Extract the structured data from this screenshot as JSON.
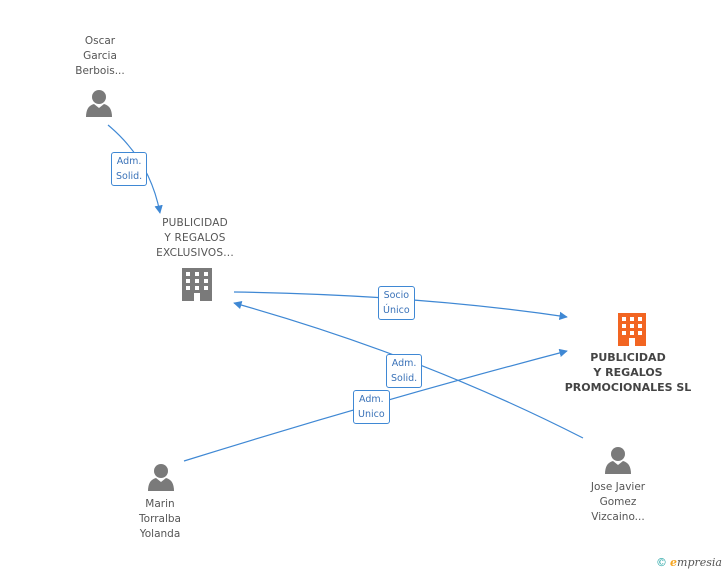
{
  "nodes": {
    "oscar": {
      "lines": [
        "Oscar",
        "Garcia",
        "Berbois..."
      ]
    },
    "exclusivos": {
      "lines": [
        "PUBLICIDAD",
        "Y REGALOS",
        "EXCLUSIVOS..."
      ]
    },
    "promocionales": {
      "lines": [
        "PUBLICIDAD",
        "Y REGALOS",
        "PROMOCIONALES SL"
      ]
    },
    "marin": {
      "lines": [
        "Marin",
        "Torralba",
        "Yolanda"
      ]
    },
    "jose": {
      "lines": [
        "Jose Javier",
        "Gomez",
        "Vizcaino..."
      ]
    }
  },
  "edges": {
    "oscar_to_exclusivos": {
      "lines": [
        "Adm.",
        "Solid."
      ]
    },
    "exclusivos_to_promocionales": {
      "lines": [
        "Socio",
        "Único"
      ]
    },
    "jose_to_exclusivos": {
      "lines": [
        "Adm.",
        "Solid."
      ]
    },
    "marin_to_promocionales": {
      "lines": [
        "Adm.",
        "Unico"
      ]
    }
  },
  "footer": {
    "copyright": "©",
    "brand_initial": "e",
    "brand_rest": "mpresia"
  },
  "colors": {
    "edge": "#3f88d4",
    "person_icon": "#7a7a7a",
    "company_icon": "#7a7a7a",
    "main_company_icon": "#f26522"
  },
  "icons": {
    "person": "person-icon",
    "company": "building-icon",
    "main_company": "building-icon"
  }
}
